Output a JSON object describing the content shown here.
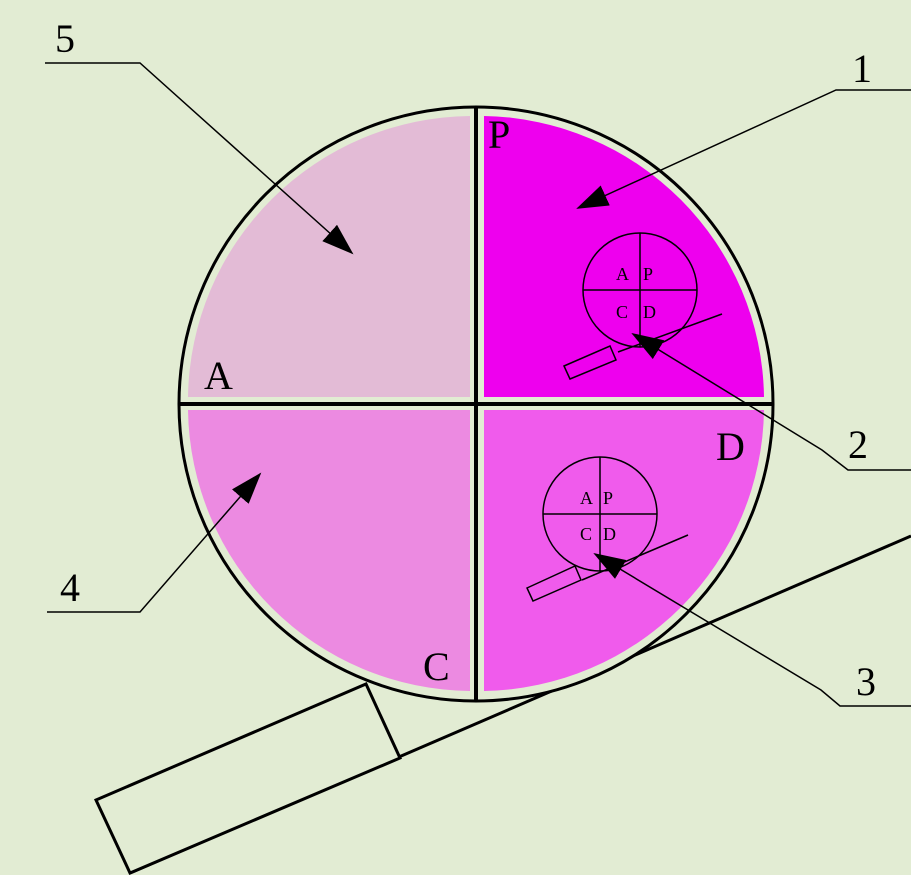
{
  "callouts": {
    "c1": "1",
    "c2": "2",
    "c3": "3",
    "c4": "4",
    "c5": "5"
  },
  "quadrants": {
    "top_left": "A",
    "top_right": "P",
    "bottom_left": "C",
    "bottom_right": "D"
  },
  "mini_upper": {
    "tl": "A",
    "tr": "P",
    "bl": "C",
    "br": "D"
  },
  "mini_lower": {
    "tl": "A",
    "tr": "P",
    "bl": "C",
    "br": "D"
  },
  "colors": {
    "background": "#e2ecd3",
    "quadrant_A": "#e3bbd6",
    "quadrant_P": "#ee00ee",
    "quadrant_C": "#ec8ae1",
    "quadrant_D": "#f05bec",
    "outline": "#000000"
  }
}
